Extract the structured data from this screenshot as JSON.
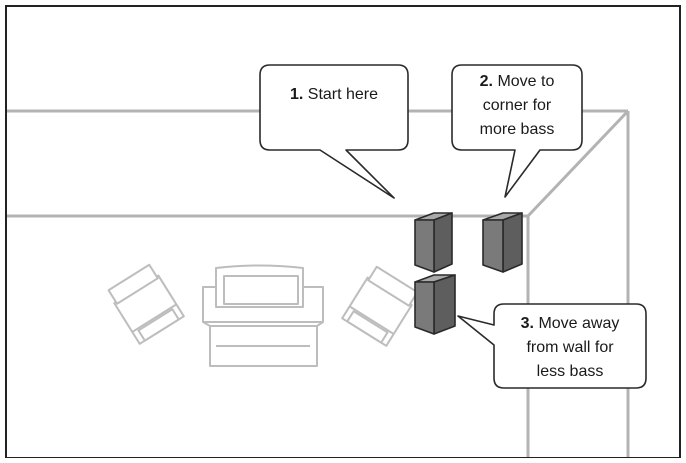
{
  "colors": {
    "frame": "#222222",
    "wall": "#b3b3b3",
    "furniture_stroke": "#bdbdbd",
    "speaker_front": "#7a7a7a",
    "speaker_side": "#5e5e5e",
    "speaker_top": "#a9a9a9",
    "speaker_outline": "#2a2a2a",
    "bubble_fill": "#ffffff",
    "bubble_stroke": "#2a2a2a"
  },
  "callouts": [
    {
      "number": "1.",
      "lines": [
        "Start here"
      ]
    },
    {
      "number": "2.",
      "lines": [
        "Move to",
        "corner for",
        "more bass"
      ]
    },
    {
      "number": "3.",
      "lines": [
        "Move away",
        "from wall for",
        "less bass"
      ]
    }
  ]
}
